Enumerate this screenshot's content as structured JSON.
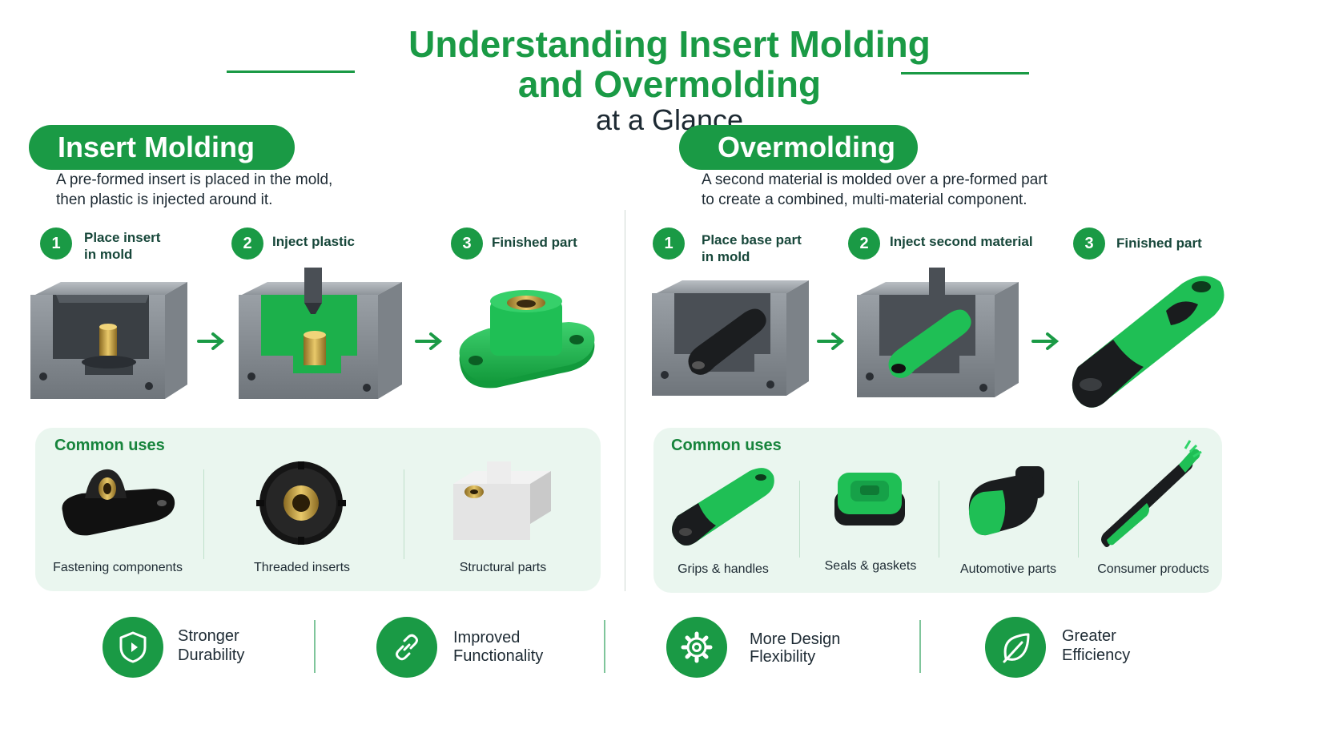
{
  "title": {
    "line1": "Understanding Insert Molding",
    "line2": "and Overmolding",
    "line3": "at a Glance"
  },
  "insert": {
    "heading": "Insert Molding",
    "description_line1": "A pre-formed insert is placed in the mold,",
    "description_line2": "then plastic is injected around it.",
    "steps": [
      {
        "num": "1",
        "line1": "Place insert",
        "line2": "in mold"
      },
      {
        "num": "2",
        "line1": "Inject plastic",
        "line2": ""
      },
      {
        "num": "3",
        "line1": "Finished part",
        "line2": ""
      }
    ],
    "uses_title": "Common uses",
    "uses": [
      "Fastening components",
      "Threaded inserts",
      "Structural parts"
    ]
  },
  "over": {
    "heading": "Overmolding",
    "description_line1": "A second material is molded over a pre-formed part",
    "description_line2": "to create a combined, multi-material component.",
    "steps": [
      {
        "num": "1",
        "line1": "Place base part",
        "line2": "in mold"
      },
      {
        "num": "2",
        "line1": "Inject second material",
        "line2": ""
      },
      {
        "num": "3",
        "line1": "Finished part",
        "line2": ""
      }
    ],
    "uses_title": "Common uses",
    "uses": [
      "Grips & handles",
      "Seals & gaskets",
      "Automotive parts",
      "Consumer products"
    ]
  },
  "benefits": [
    {
      "icon": "shield-icon",
      "line1": "Stronger",
      "line2": "Durability"
    },
    {
      "icon": "link-icon",
      "line1": "Improved",
      "line2": "Functionality"
    },
    {
      "icon": "gear-icon",
      "line1": "More Design",
      "line2": "Flexibility"
    },
    {
      "icon": "leaf-icon",
      "line1": "Greater",
      "line2": "Efficiency"
    }
  ],
  "colors": {
    "brand_green": "#1a9a45",
    "dark_text": "#1d2a33",
    "panel_bg": "#eaf6ef"
  }
}
